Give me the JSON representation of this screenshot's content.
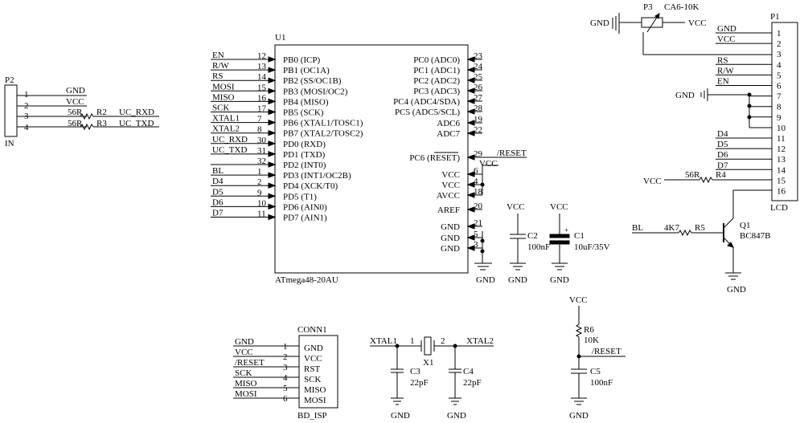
{
  "u1": {
    "ref": "U1",
    "part": "ATmega48-20AU",
    "left_pins": [
      {
        "net": "EN",
        "num": "12",
        "name": "PB0 (ICP)"
      },
      {
        "net": "R/W",
        "num": "13",
        "name": "PB1 (OC1A)"
      },
      {
        "net": "RS",
        "num": "14",
        "name": "PB2 (SS/OC1B)"
      },
      {
        "net": "MOSI",
        "num": "15",
        "name": "PB3 (MOSI/OC2)"
      },
      {
        "net": "MISO",
        "num": "16",
        "name": "PB4 (MISO)"
      },
      {
        "net": "SCK",
        "num": "17",
        "name": "PB5 (SCK)"
      },
      {
        "net": "XTAL1",
        "num": "7",
        "name": "PB6 (XTAL1/TOSC1)"
      },
      {
        "net": "XTAL2",
        "num": "8",
        "name": "PB7 (XTAL2/TOSC2)"
      },
      {
        "net": "UC_RXD",
        "num": "30",
        "name": "PD0 (RXD)"
      },
      {
        "net": "UC_TXD",
        "num": "31",
        "name": "PD1 (TXD)"
      },
      {
        "net": "",
        "num": "32",
        "name": "PD2 (INT0)"
      },
      {
        "net": "BL",
        "num": "1",
        "name": "PD3 (INT1/OC2B)"
      },
      {
        "net": "D4",
        "num": "2",
        "name": "PD4 (XCK/T0)"
      },
      {
        "net": "D5",
        "num": "9",
        "name": "PD5 (T1)"
      },
      {
        "net": "D6",
        "num": "10",
        "name": "PD6 (AIN0)"
      },
      {
        "net": "D7",
        "num": "11",
        "name": "PD7 (AIN1)"
      }
    ],
    "right_pins": [
      {
        "num": "23",
        "name": "PC0 (ADC0)"
      },
      {
        "num": "24",
        "name": "PC1 (ADC1)"
      },
      {
        "num": "25",
        "name": "PC2 (ADC2)"
      },
      {
        "num": "26",
        "name": "PC3 (ADC3)"
      },
      {
        "num": "27",
        "name": "PC4 (ADC4/SDA)"
      },
      {
        "num": "28",
        "name": "PC5 (ADC5/SCL)"
      },
      {
        "num": "19",
        "name": "ADC6"
      },
      {
        "num": "22",
        "name": "ADC7"
      },
      {
        "num": "29",
        "name": "PC6 (RESET)"
      },
      {
        "num": "6",
        "name": "VCC"
      },
      {
        "num": "4",
        "name": "VCC"
      },
      {
        "num": "18",
        "name": "AVCC"
      },
      {
        "num": "20",
        "name": "AREF"
      },
      {
        "num": "21",
        "name": "GND"
      },
      {
        "num": "5",
        "name": "GND"
      },
      {
        "num": "3",
        "name": "GND"
      }
    ],
    "reset_net": "/RESET",
    "vcc_net": "VCC",
    "gnd_net": "GND"
  },
  "p2": {
    "ref": "P2",
    "value": "IN",
    "pins": [
      "1",
      "2",
      "3",
      "4"
    ],
    "nets": [
      "GND",
      "VCC",
      "",
      ""
    ],
    "r2": {
      "ref": "R2",
      "value": "56R",
      "net": "UC_RXD"
    },
    "r3": {
      "ref": "R3",
      "value": "56R",
      "net": "UC_TXD"
    }
  },
  "p3": {
    "ref": "P3",
    "value": "CA6-10K",
    "gnd": "GND",
    "vcc": "VCC"
  },
  "p1": {
    "ref": "P1",
    "value": "LCD",
    "pins": [
      "1",
      "2",
      "3",
      "4",
      "5",
      "6",
      "7",
      "8",
      "9",
      "10",
      "11",
      "12",
      "13",
      "14",
      "15",
      "16"
    ],
    "nets": [
      "GND",
      "VCC",
      "",
      "RS",
      "R/W",
      "EN",
      "",
      "",
      "",
      "",
      "D4",
      "D5",
      "D6",
      "D7",
      "",
      ""
    ],
    "gnd_label": "GND",
    "r4": {
      "ref": "R4",
      "value": "56R",
      "net": "VCC"
    }
  },
  "q1": {
    "ref": "Q1",
    "part": "BC847B",
    "r5_ref": "R5",
    "r5_value": "4K7",
    "net": "BL",
    "gnd": "GND"
  },
  "c1": {
    "ref": "C1",
    "value": "10uF/35V",
    "vcc": "VCC",
    "gnd": "GND"
  },
  "c2": {
    "ref": "C2",
    "value": "100nF",
    "vcc": "VCC",
    "gnd": "GND"
  },
  "u1_gnd": "GND",
  "conn1": {
    "ref": "CONN1",
    "value": "BD_ISP",
    "nets": [
      "GND",
      "VCC",
      "/RESET",
      "SCK",
      "MISO",
      "MOSI"
    ],
    "pins": [
      "1",
      "2",
      "3",
      "4",
      "5",
      "6"
    ],
    "names": [
      "GND",
      "VCC",
      "RST",
      "SCK",
      "MISO",
      "MOSI"
    ]
  },
  "x1": {
    "ref": "X1",
    "net1": "XTAL1",
    "net2": "XTAL2",
    "pin1": "1",
    "pin2": "2"
  },
  "c3": {
    "ref": "C3",
    "value": "22pF",
    "gnd": "GND"
  },
  "c4": {
    "ref": "C4",
    "value": "22pF",
    "gnd": "GND"
  },
  "r6": {
    "ref": "R6",
    "value": "10K",
    "vcc": "VCC",
    "net": "/RESET"
  },
  "c5": {
    "ref": "C5",
    "value": "100nF",
    "gnd": "GND"
  }
}
